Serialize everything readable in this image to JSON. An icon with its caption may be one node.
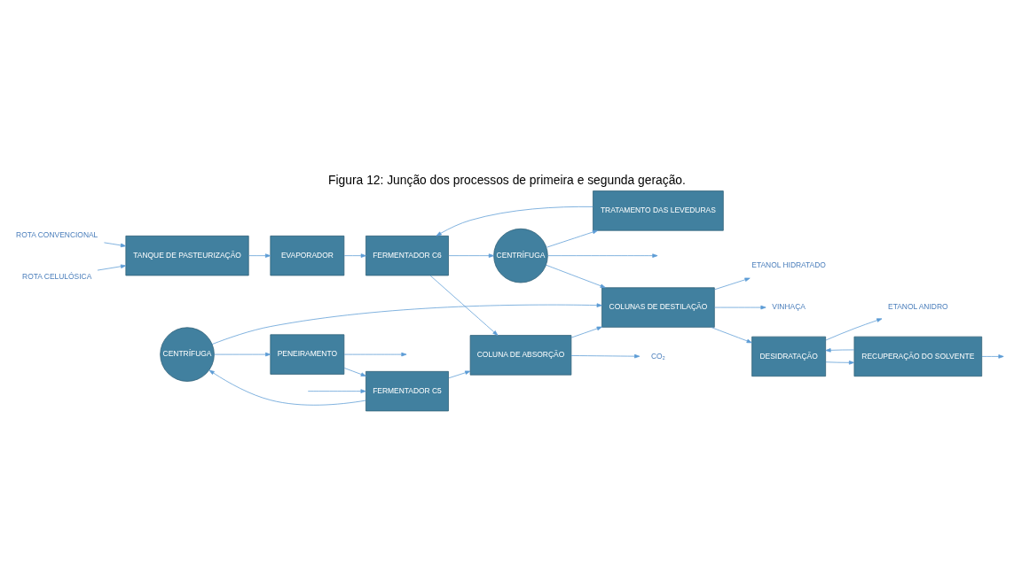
{
  "diagram": {
    "title": "Figura 12: Junção dos processos de primeira e segunda geração.",
    "nodes": [
      {
        "text": [
          "ROTA CONVENCIONAL"
        ]
      },
      {
        "text": [
          "ROTA CELULÓSICA"
        ]
      },
      {
        "text": [
          "TANQUE DE PASTEURIZAÇÃO"
        ]
      },
      {
        "text": [
          "EVAPORADOR"
        ]
      },
      {
        "text": [
          "COLUNA DE ABSORÇÃO"
        ]
      },
      {
        "text": [
          "CO₂"
        ]
      },
      {
        "text": [
          "FERMENTADOR C6"
        ]
      },
      {
        "text": [
          "CENTRÍFUGA"
        ]
      },
      {
        "text": [
          "TRATAMENTO DAS LEVEDURAS"
        ]
      },
      {
        "text": [
          "FERMENTADOR C5"
        ]
      },
      {
        "text": [
          "CENTRÍFUGA"
        ]
      },
      {
        "text": [
          "PENEIRAMENTO"
        ]
      },
      {
        "text": [
          "COLUNAS DE DESTILAÇÃO"
        ]
      },
      {
        "text": [
          "ETANOL HIDRATADO"
        ]
      },
      {
        "text": [
          "VINHAÇA"
        ]
      },
      {
        "text": [
          "DESIDRATAÇÃO"
        ]
      },
      {
        "text": [
          "ETANOL ANIDRO"
        ]
      },
      {
        "text": [
          "RECUPERAÇÃO DO SOLVENTE"
        ]
      }
    ],
    "edges": [
      {
        "from": 0,
        "to": 2,
        "arrow": "to"
      },
      {
        "from": 1,
        "to": 2,
        "arrow": "to"
      },
      {
        "from": 2,
        "to": 3,
        "arrow": "to"
      },
      {
        "from": 3,
        "to": 6,
        "arrow": "to"
      },
      {
        "from": 4,
        "to": 5,
        "arrow": "to"
      },
      {
        "from": 6,
        "to": 4,
        "arrow": "to"
      },
      {
        "from": 6,
        "to": 7,
        "arrow": "to"
      },
      {
        "from": 4,
        "to": 12,
        "arrow": "to"
      },
      {
        "from": 7,
        "to": 12,
        "arrow": "to"
      },
      {
        "from": 10,
        "to": 12,
        "arrow": "to"
      },
      {
        "from": 9,
        "to": 4,
        "arrow": "to"
      },
      {
        "from": 9,
        "to": 10,
        "arrow": "to"
      },
      {
        "from": 10,
        "to": 11,
        "arrow": "to"
      },
      {
        "from": 11,
        "to": 9,
        "arrow": "to"
      },
      {
        "from": 11,
        "to": null,
        "arrow": "to"
      },
      {
        "from": 7,
        "to": 8,
        "arrow": "to"
      },
      {
        "from": 7,
        "to": null,
        "arrow": "to"
      },
      {
        "from": 8,
        "to": 6,
        "arrow": "to"
      },
      {
        "from": null,
        "to": 9,
        "arrow": "to"
      },
      {
        "from": 12,
        "to": 13,
        "arrow": "to"
      },
      {
        "from": 12,
        "to": 14,
        "arrow": "to"
      },
      {
        "from": 12,
        "to": 15,
        "arrow": "to"
      },
      {
        "from": 15,
        "to": 16,
        "arrow": "to"
      },
      {
        "from": 15,
        "to": 17,
        "arrow": "to"
      },
      {
        "from": 17,
        "to": 15,
        "arrow": "to"
      },
      {
        "from": 17,
        "to": null,
        "arrow": "to"
      }
    ]
  }
}
